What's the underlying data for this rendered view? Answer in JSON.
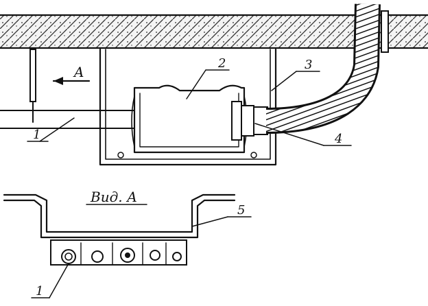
{
  "labels": {
    "pipe": "1",
    "housing": "2",
    "bracket": "3",
    "fitting": "4",
    "tray": "5",
    "pipe_end": "1"
  },
  "view_arrow_label": "A",
  "view_title": "Вид. А"
}
